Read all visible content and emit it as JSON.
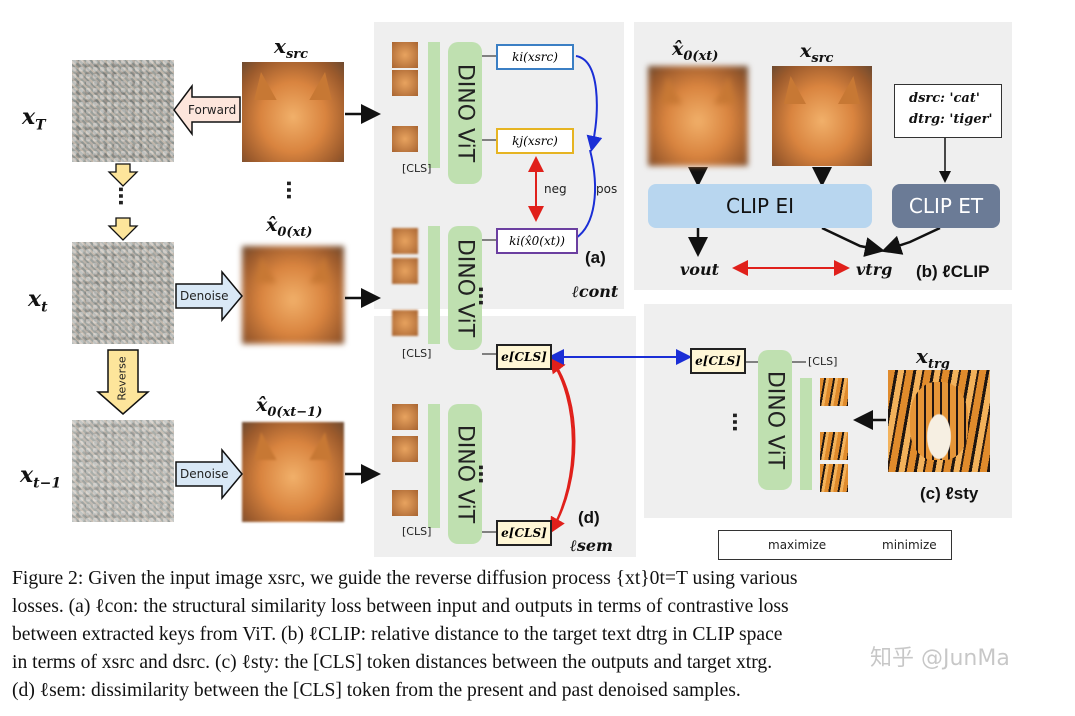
{
  "labels": {
    "xT": "x",
    "xT_sub": "T",
    "xt": "x",
    "xt_sub": "t",
    "xt1": "x",
    "xt1_sub": "t−1",
    "xsrc": "x",
    "xsrc_sub": "src",
    "x0t": "x̂",
    "x0t_rest": "0(xt)",
    "x0t1_rest": "0(xt−1)",
    "xtrg_sub": "trg"
  },
  "arrows": {
    "forward": "Forward",
    "denoise": "Denoise",
    "reverse": "Reverse"
  },
  "dino": "DINO ViT",
  "cls": "[CLS]",
  "keys": {
    "ki_src": "ki(xsrc)",
    "kj_src": "kj(xsrc)",
    "ki_x0": "ki(x̂0(xt))"
  },
  "neg": "neg",
  "pos": "pos",
  "ecls": "e[CLS]",
  "panels": {
    "a": "(a)",
    "a_loss": "ℓcont",
    "b": "(b) ℓCLIP",
    "c": "(c) ℓsty",
    "d": "(d)",
    "d_loss": "ℓsem"
  },
  "clip": {
    "ei": "CLIP EI",
    "et": "CLIP ET",
    "dsrc": "dsrc: 'cat'",
    "dtrg": "dtrg: 'tiger'",
    "vout": "vout",
    "vtrg": "vtrg"
  },
  "legend": {
    "maximize": "maximize",
    "minimize": "minimize"
  },
  "colors": {
    "blue_key": "#3b7fc4",
    "yellow_key": "#e6b422",
    "purple_key": "#6b3fa0",
    "red": "#e0201b",
    "blue": "#1a2ed6"
  },
  "caption": {
    "l1": "Figure 2: Given the input image xsrc, we guide the reverse diffusion process {xt}0t=T using various",
    "l2": "losses. (a) ℓcon: the structural similarity loss between input and outputs in terms of contrastive loss",
    "l3": "between extracted keys from ViT. (b) ℓCLIP: relative distance to the target text dtrg in CLIP space",
    "l4": "in terms of xsrc and dsrc. (c) ℓsty: the [CLS] token distances between the outputs and target xtrg.",
    "l5": "(d) ℓsem: dissimilarity between the [CLS] token from the present and past denoised samples."
  },
  "watermark": "知乎 @JunMa"
}
